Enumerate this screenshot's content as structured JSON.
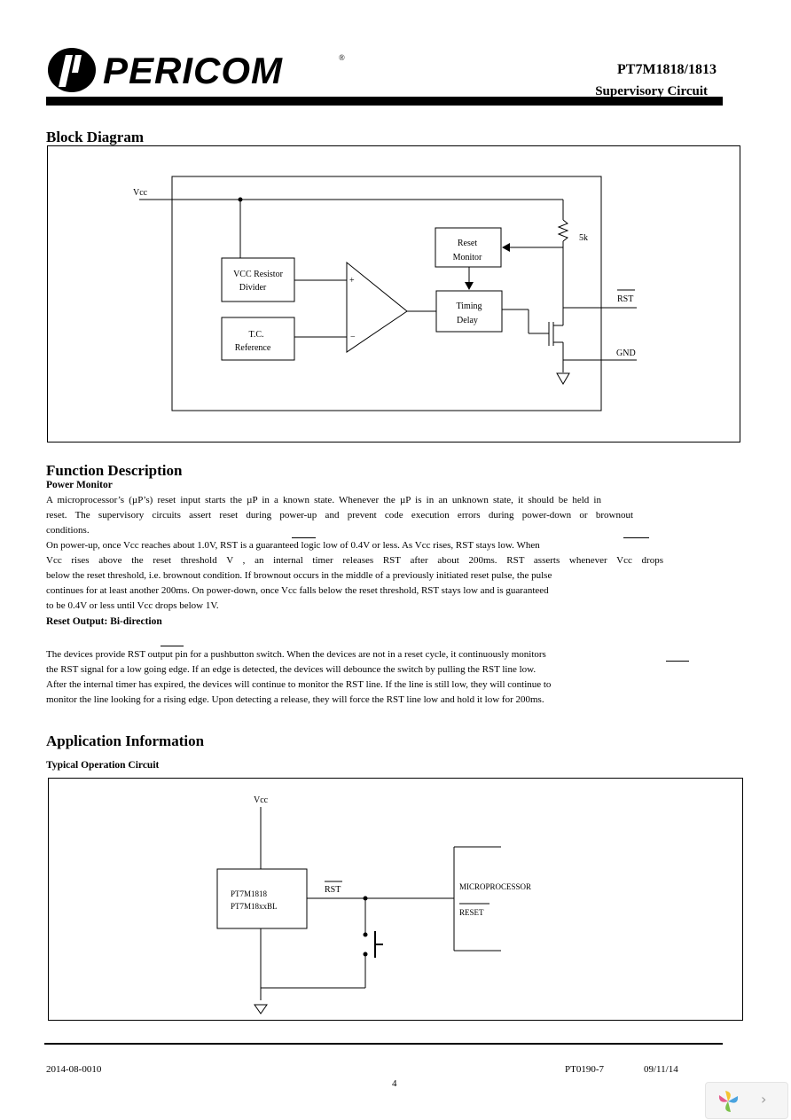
{
  "header": {
    "logo_text": "PERICOM",
    "logo_registered": "®",
    "part_number": "PT7M1818/1813",
    "subtitle": "Supervisory Circuit"
  },
  "block_diagram": {
    "title": "Block Diagram",
    "vcc_label": "Vcc",
    "vcc_divider_line1": "VCC Resistor",
    "vcc_divider_line2": "Divider",
    "tc_ref_line1": "T.C.",
    "tc_ref_line2": "Reference",
    "reset_monitor_line1": "Reset",
    "reset_monitor_line2": "Monitor",
    "timing_delay_line1": "Timing",
    "timing_delay_line2": "Delay",
    "resistor_label": "5k",
    "rst_label": "RST",
    "gnd_label": "GND",
    "plus": "+",
    "minus": "−"
  },
  "function_description": {
    "title": "Function Description",
    "power_monitor_title": "Power Monitor",
    "power_monitor_lines": [
      "A microprocessor’s (µP’s) reset input starts the µP in a known state. Whenever the µP is in an unknown state, it should be held in",
      "reset.  The  supervisory  circuits  assert  reset  during  power-up  and  prevent  code  execution  errors  during  power-down  or  brownout",
      "conditions.",
      "On power-up, once Vcc reaches about 1.0V, RST is a guaranteed logic low of 0.4V or less. As Vcc rises, RST stays low. When",
      "Vcc  rises  above  the  reset  threshold  V         ,  an  internal  timer  releases  RST  after  about  200ms.  RST  asserts  whenever  Vcc  drops",
      "below the reset threshold, i.e. brownout condition. If brownout occurs in the middle of a previously initiated reset pulse, the pulse",
      "continues for at least another 200ms. On power-down, once Vcc falls below the reset threshold, RST stays low and is guaranteed",
      "to be 0.4V or less until Vcc drops below 1V."
    ],
    "reset_output_title": "Reset Output: Bi-direction",
    "reset_output_lines": [
      "The devices provide RST output pin for a pushbutton switch. When the devices are not in a reset cycle, it continuously monitors",
      "the  RST signal for a  low going edge. If an edge  is detected, the devices  will debounce  the  switch by pulling the  RST line low.",
      "After the internal timer has expired, the devices will continue to monitor the RST line. If the line is still low, they will continue to",
      "monitor the line looking for a rising edge. Upon detecting a release, they will force the RST line low and hold it low for 200ms."
    ]
  },
  "application_information": {
    "title": "Application Information",
    "typical_circuit_title": "Typical Operation Circuit",
    "vcc_label": "Vcc",
    "chip_line1": "PT7M1818",
    "chip_line2": "PT7M18xxBL",
    "rst_label": "RST",
    "mcu_label": "MICROPROCESSOR",
    "reset_label": "RESET"
  },
  "footer": {
    "doc_number": "2014-08-0010",
    "page_number": "4",
    "part_code": "PT0190-7",
    "date": "09/11/14"
  }
}
